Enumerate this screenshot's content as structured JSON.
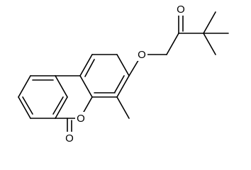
{
  "diagram": {
    "type": "chemical-structure",
    "atoms": {
      "o_ring": "O",
      "o_carbonyl_lactone": "O",
      "o_ether": "O",
      "o_ketone": "O"
    }
  }
}
